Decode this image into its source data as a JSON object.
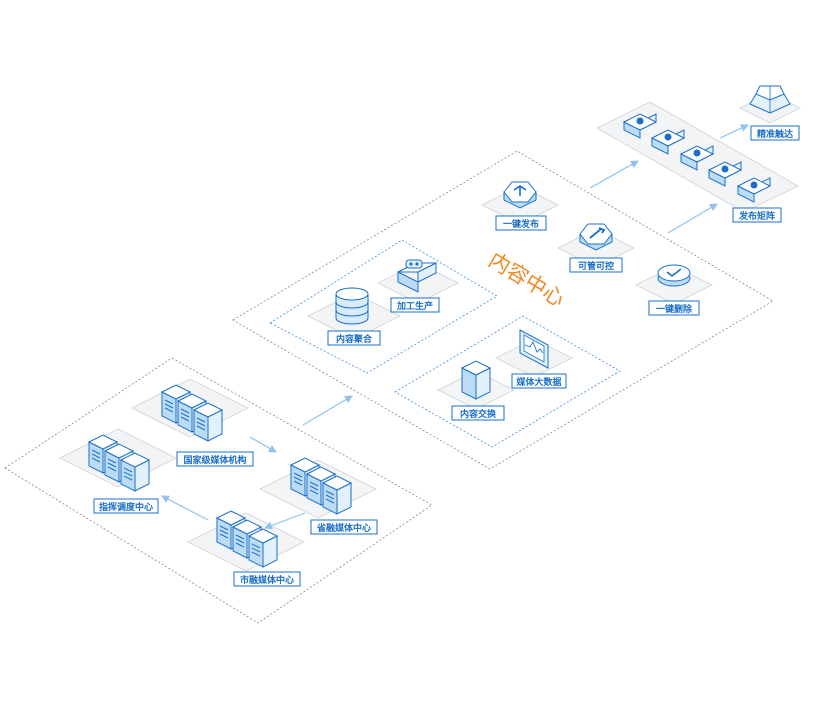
{
  "center_title": "内容中心",
  "labels": {
    "national": "国家级媒体机构",
    "dispatch": "指挥调度中心",
    "provincial": "省融媒体中心",
    "city": "市融媒体中心",
    "aggregate": "内容聚合",
    "processing": "加工生产",
    "exchange": "内容交换",
    "bigdata": "媒体大数据",
    "publish_one": "一键发布",
    "manage": "可管可控",
    "delete_one": "一键删除",
    "matrix": "发布矩阵",
    "reach": "精准触达"
  },
  "colors": {
    "accent": "#1b6fc9",
    "center_title": "#f08a24",
    "line": "#8fc2ee",
    "platform": "#f2f4f6"
  }
}
